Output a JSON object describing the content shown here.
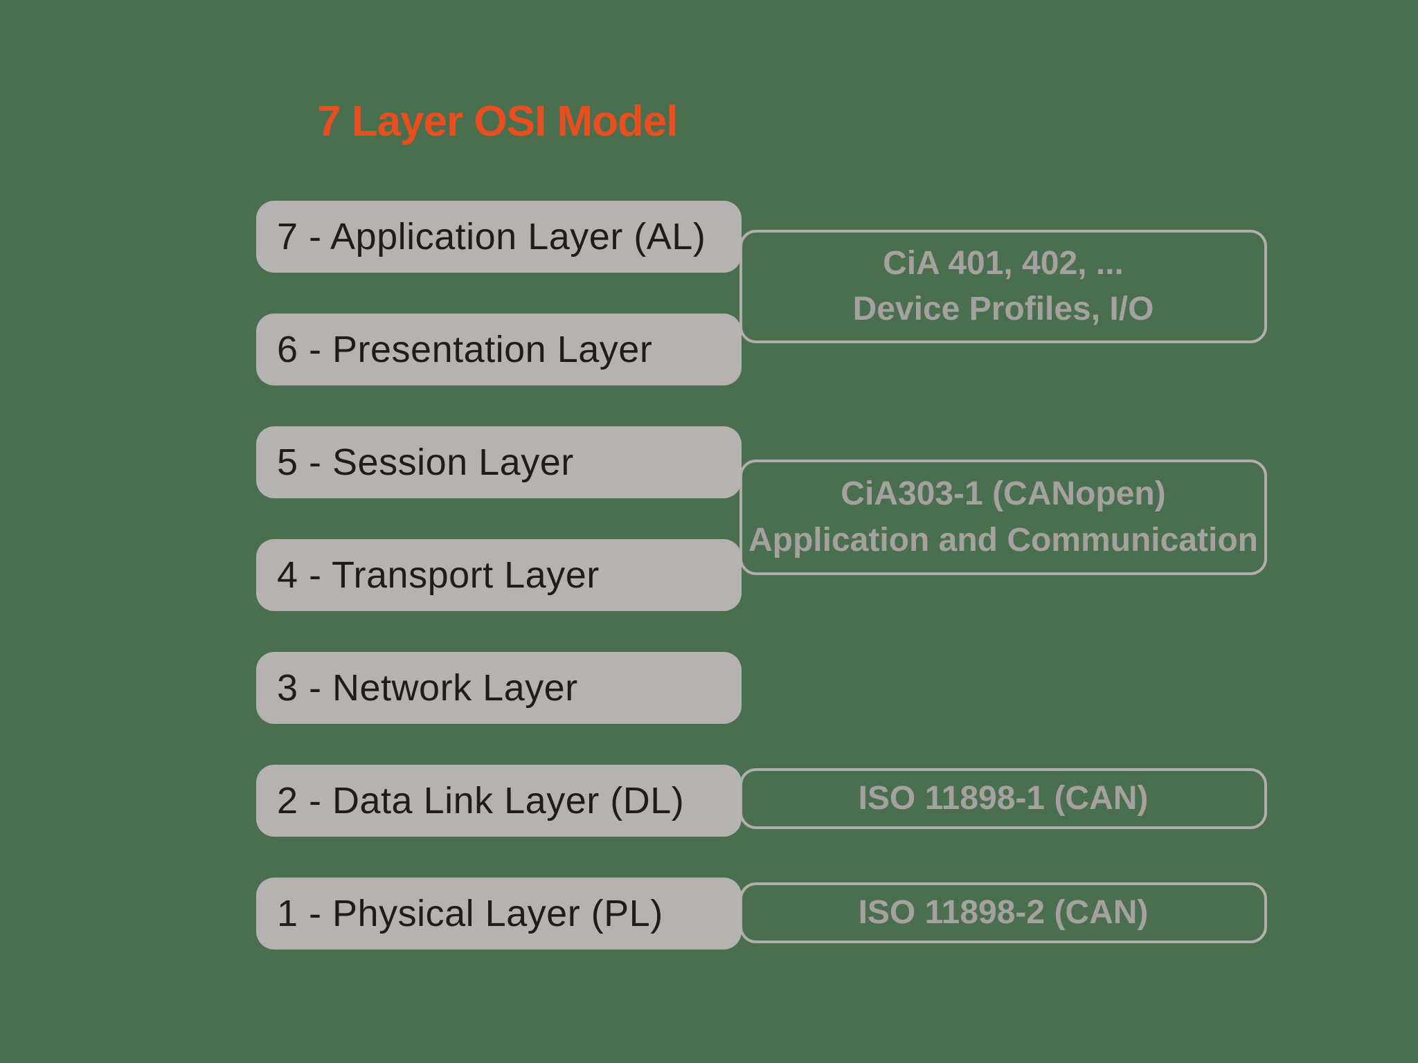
{
  "title": {
    "text": "7 Layer OSI Model"
  },
  "osi_layers": [
    {
      "label": "7 - Application Layer (AL)"
    },
    {
      "label": "6 - Presentation Layer"
    },
    {
      "label": "5 - Session Layer"
    },
    {
      "label": "4 - Transport Layer"
    },
    {
      "label": "3 - Network Layer"
    },
    {
      "label": "2 - Data Link Layer (DL)"
    },
    {
      "label": "1 - Physical Layer (PL)"
    }
  ],
  "protocol_boxes": [
    {
      "lines": [
        "CiA 401, 402, ...",
        "Device Profiles, I/O"
      ]
    },
    {
      "lines": [
        "CiA303-1 (CANopen)",
        "Application and Communication"
      ]
    },
    {
      "lines": [
        "ISO 11898-1 (CAN)"
      ]
    },
    {
      "lines": [
        "ISO 11898-2 (CAN)"
      ]
    }
  ],
  "colors": {
    "background": "#496f4f",
    "title": "#e84e1e",
    "layer_box_fill": "#b5b2b1",
    "layer_box_text": "#1e1d1b",
    "protocol_outline": "#b2aeac",
    "protocol_text": "#a5a19f"
  }
}
